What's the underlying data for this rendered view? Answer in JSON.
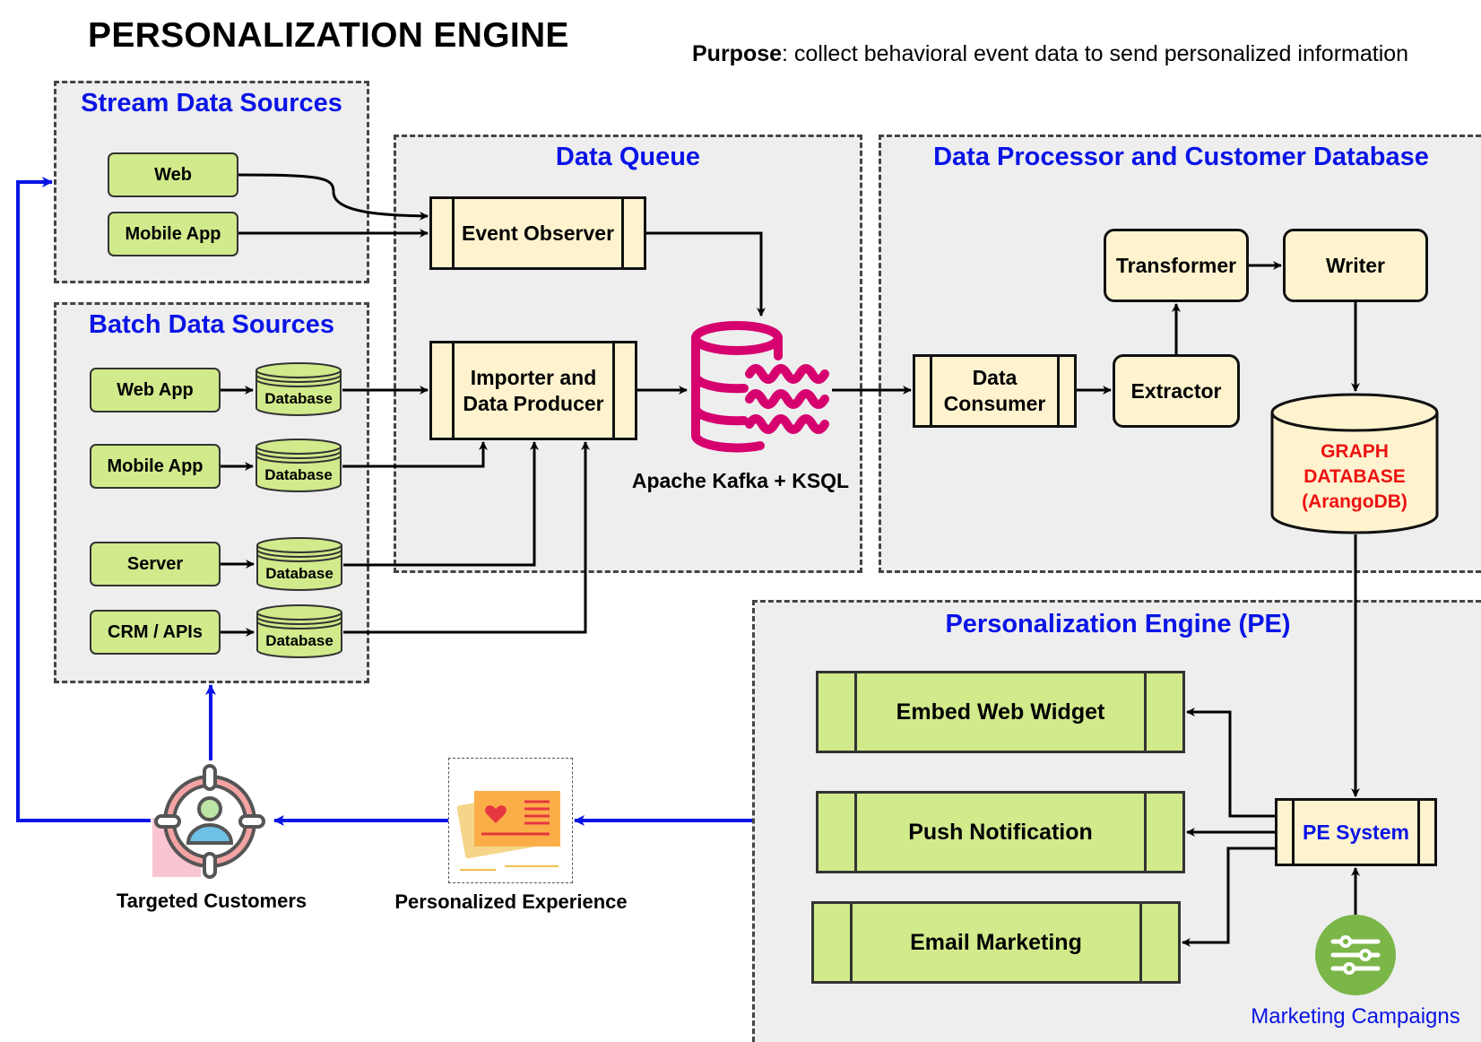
{
  "title": "PERSONALIZATION ENGINE",
  "purpose": {
    "label": "Purpose",
    "text": ": collect behavioral event data to send personalized information"
  },
  "stream_sources": {
    "title": "Stream Data Sources",
    "items": [
      "Web",
      "Mobile App"
    ]
  },
  "batch_sources": {
    "title": "Batch Data Sources",
    "items": [
      "Web App",
      "Mobile App",
      "Server",
      "CRM / APIs"
    ],
    "database_label": "Database"
  },
  "data_queue": {
    "title": "Data Queue",
    "event_observer": "Event Observer",
    "importer": "Importer and Data Producer",
    "kafka_label": "Apache Kafka + KSQL"
  },
  "processor": {
    "title": "Data Processor and Customer Database",
    "data_consumer": "Data Consumer",
    "extractor": "Extractor",
    "transformer": "Transformer",
    "writer": "Writer",
    "graph_db": [
      "GRAPH",
      "DATABASE",
      "(ArangoDB)"
    ]
  },
  "pe": {
    "title": "Personalization Engine (PE)",
    "channels": [
      "Embed Web Widget",
      "Push Notification",
      "Email Marketing"
    ],
    "pe_system": "PE System",
    "marketing_campaigns": "Marketing Campaigns"
  },
  "personalized_experience": "Personalized Experience",
  "targeted_customers": "Targeted Customers",
  "colors": {
    "group_title": "#0a14e6",
    "green": "#d1ea8b",
    "yellow": "#fff3cf",
    "kafka": "#d6006f",
    "graph_text": "#ee1111",
    "blue_arrow": "#0a14e6"
  }
}
